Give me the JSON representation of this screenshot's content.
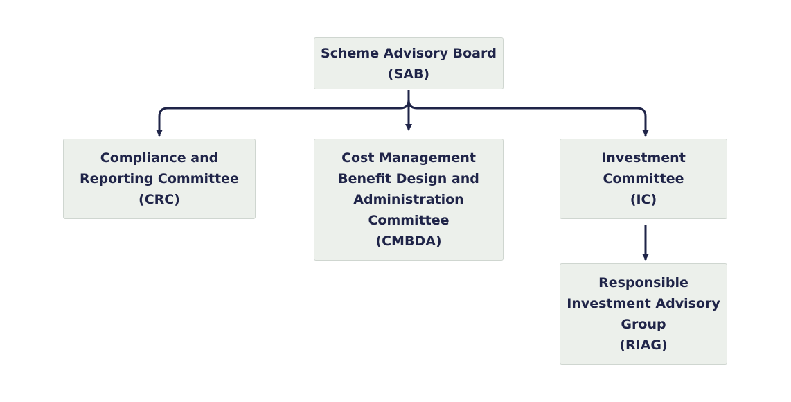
{
  "diagram": {
    "nodes": {
      "sab": {
        "lines": [
          "Scheme Advisory Board",
          "(SAB)"
        ]
      },
      "crc": {
        "lines": [
          "Compliance and",
          "Reporting Committee",
          "(CRC)"
        ]
      },
      "cmbda": {
        "lines": [
          "Cost Management",
          "Benefit Design and",
          "Administration",
          "Committee",
          "(CMBDA)"
        ]
      },
      "ic": {
        "lines": [
          "Investment",
          "Committee",
          "(IC)"
        ]
      },
      "riag": {
        "lines": [
          "Responsible",
          "Investment Advisory",
          "Group",
          "(RIAG)"
        ]
      }
    },
    "edges": [
      {
        "from": "sab",
        "to": "crc"
      },
      {
        "from": "sab",
        "to": "cmbda"
      },
      {
        "from": "sab",
        "to": "ic"
      },
      {
        "from": "ic",
        "to": "riag"
      }
    ],
    "colors": {
      "node_fill": "#ecf0eb",
      "node_border": "#cfd6d0",
      "text": "#1f2448",
      "connector": "#1f2448"
    }
  }
}
